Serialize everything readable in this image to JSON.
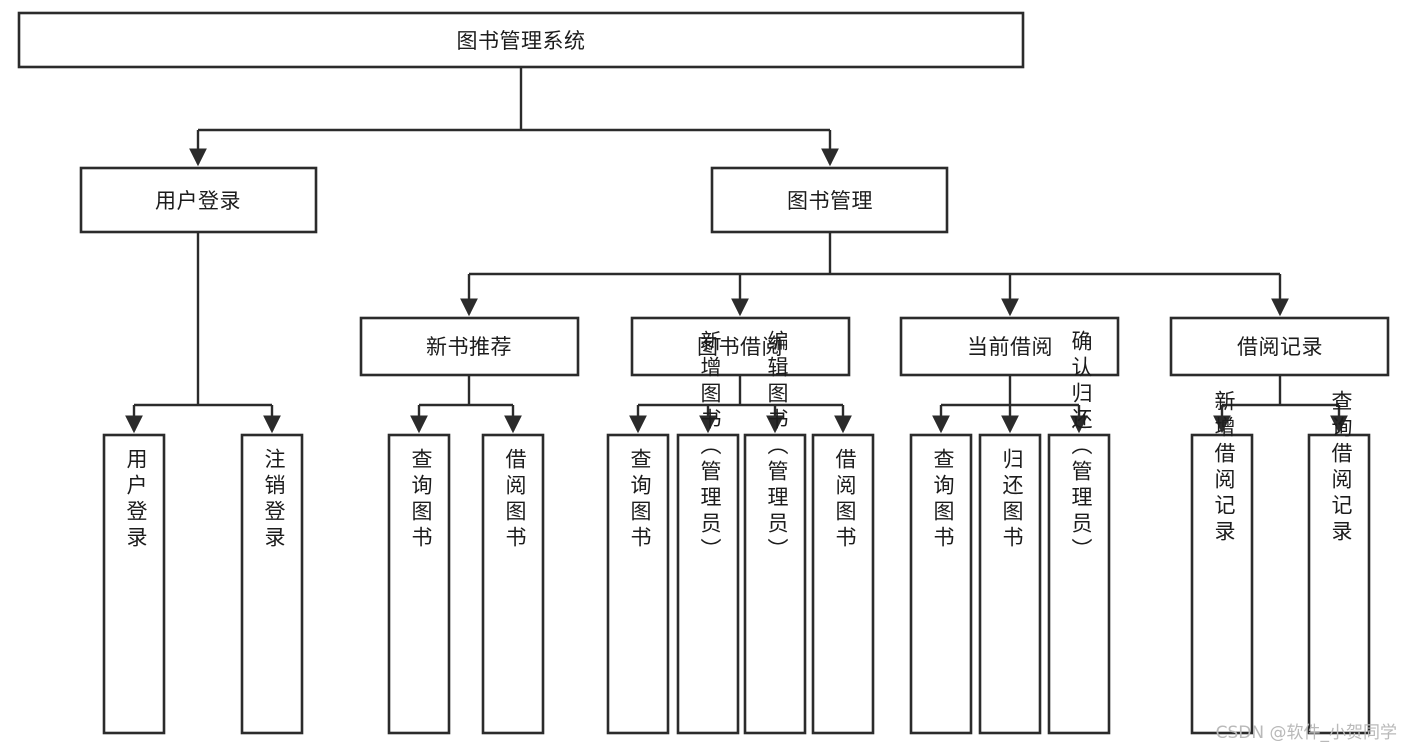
{
  "diagram": {
    "title_node": {
      "label": "图书管理系统"
    },
    "level1": [
      {
        "label": "用户登录"
      },
      {
        "label": "图书管理"
      }
    ],
    "level2": [
      {
        "label": "新书推荐"
      },
      {
        "label": "图书借阅"
      },
      {
        "label": "当前借阅"
      },
      {
        "label": "借阅记录"
      }
    ],
    "leaves": {
      "user_login": [
        {
          "label": "用户登录"
        },
        {
          "label": "注销登录"
        }
      ],
      "new_book_recommend": [
        {
          "label": "查询图书"
        },
        {
          "label": "借阅图书"
        }
      ],
      "book_borrow": [
        {
          "label": "查询图书"
        },
        {
          "label": "新增图书（管理员）"
        },
        {
          "label": "编辑图书（管理员）"
        },
        {
          "label": "借阅图书"
        }
      ],
      "current_borrow": [
        {
          "label": "查询图书"
        },
        {
          "label": "归还图书"
        },
        {
          "label": "确认归还（管理员）"
        }
      ],
      "borrow_record": [
        {
          "label": "新增借阅记录"
        },
        {
          "label": "查询借阅记录"
        }
      ]
    }
  },
  "watermark": {
    "text": "CSDN @软件_小贺同学"
  },
  "colors": {
    "background": "#ffffff",
    "box_stroke": "#2b2b2b",
    "box_fill": "#ffffff",
    "text": "#1c1c1c",
    "watermark": "#b9b9b9"
  }
}
